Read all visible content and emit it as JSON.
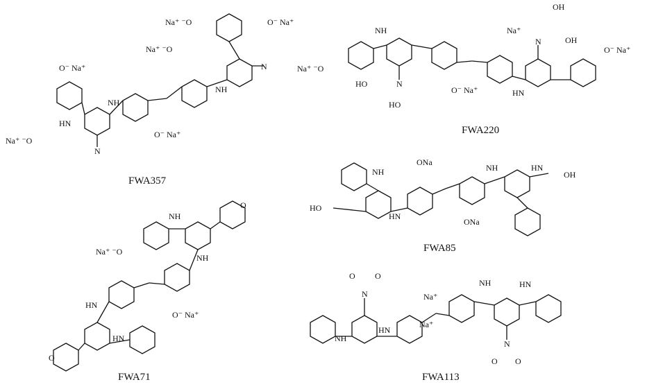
{
  "figure": {
    "compounds": [
      {
        "caption": "FWA357",
        "labels": [
          "Na⁺ ⁻O",
          "Na⁺",
          "Na⁺ ⁻O",
          "Na⁺ ⁻O",
          "O⁻ Na⁺",
          "O⁻ Na⁺",
          "HN",
          "NH",
          "NH",
          "N",
          "N"
        ]
      },
      {
        "caption": "FWA220",
        "labels": [
          "Na⁺ ⁻O",
          "O⁻ Na⁺",
          "O⁻ Na⁺",
          "Na⁺",
          "OH",
          "OH",
          "HO",
          "HO",
          "NH",
          "HN",
          "N",
          "N"
        ]
      },
      {
        "caption": "FWA85",
        "labels": [
          "ONa",
          "ONa",
          "HO",
          "OH",
          "NH",
          "HN",
          "NH",
          "HN"
        ]
      },
      {
        "caption": "FWA71",
        "labels": [
          "Na⁺ ⁻O",
          "O⁻ Na⁺",
          "HN",
          "NH",
          "NH",
          "HN",
          "O",
          "O"
        ]
      },
      {
        "caption": "FWA113",
        "labels": [
          "Na⁺",
          "Na⁺",
          "NH",
          "HN",
          "NH",
          "HN",
          "N",
          "N",
          "O",
          "O",
          "O",
          "O"
        ]
      }
    ]
  }
}
